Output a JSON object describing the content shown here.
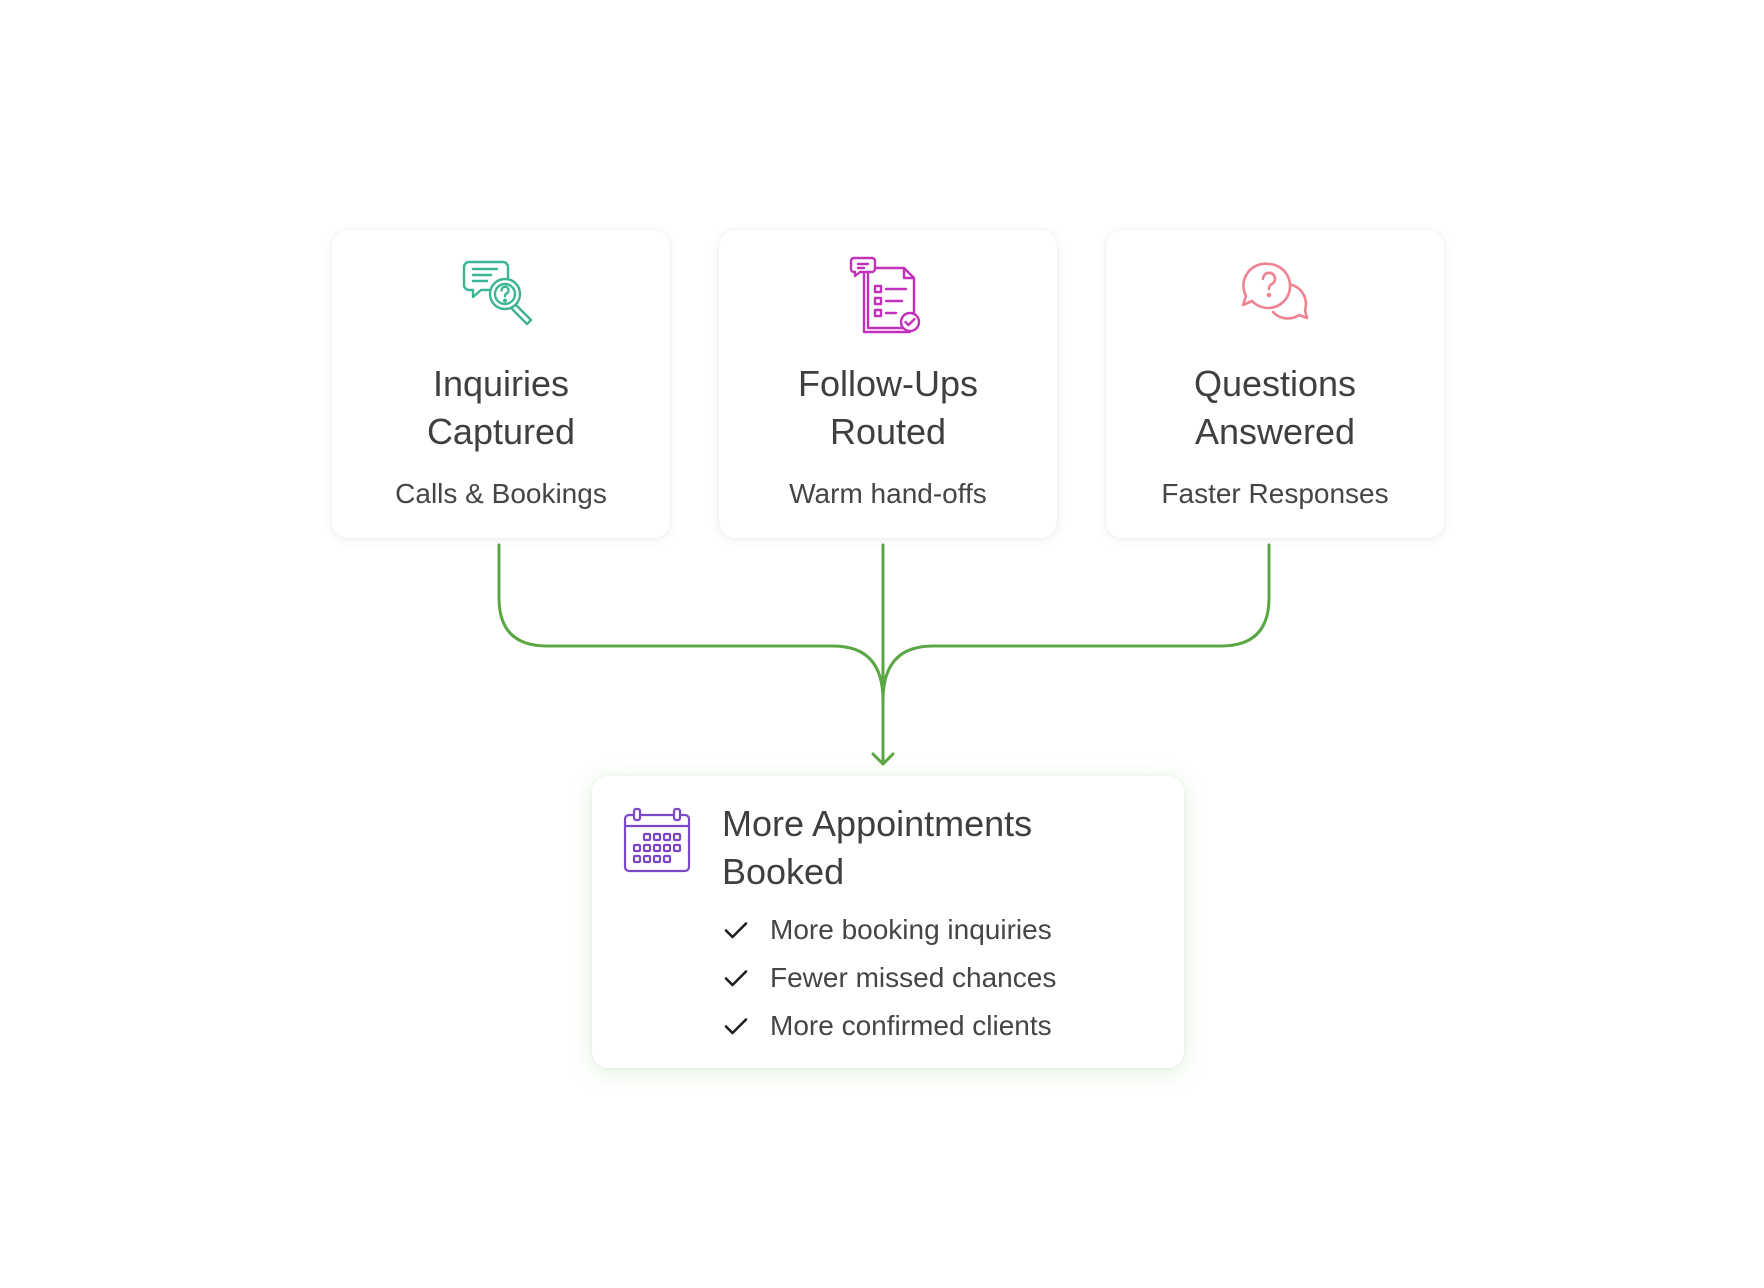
{
  "colors": {
    "connector": "#5aa744",
    "inquiries_icon": "#3bb594",
    "followups_icon": "#c231b9",
    "questions_icon": "#ee8290",
    "calendar_icon": "#7a48c9"
  },
  "sources": [
    {
      "icon": "magnifier-question-icon",
      "title_line1": "Inquiries",
      "title_line2": "Captured",
      "subtitle": "Calls & Bookings"
    },
    {
      "icon": "checklist-document-icon",
      "title_line1": "Follow-Ups",
      "title_line2": "Routed",
      "subtitle": "Warm hand-offs"
    },
    {
      "icon": "question-bubbles-icon",
      "title_line1": "Questions",
      "title_line2": "Answered",
      "subtitle": "Faster Responses"
    }
  ],
  "result": {
    "icon": "calendar-icon",
    "title_line1": "More Appointments",
    "title_line2": "Booked",
    "benefits": [
      "More booking inquiries",
      "Fewer missed chances",
      "More confirmed clients"
    ]
  }
}
